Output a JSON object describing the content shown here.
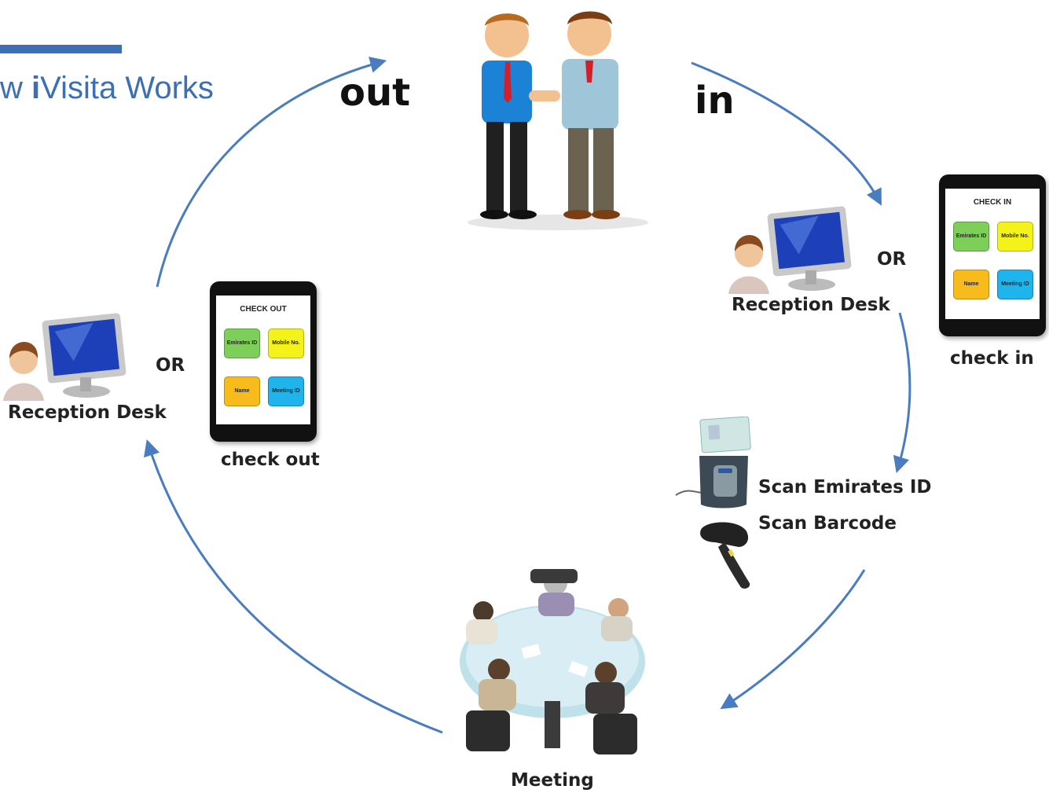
{
  "title": {
    "prefix": "w ",
    "i": "i",
    "rest": "Visita Works"
  },
  "flow": {
    "out": "out",
    "in": "in"
  },
  "checkin": {
    "station_label": "Reception Desk",
    "or": "OR",
    "tablet_header": "CHECK IN",
    "tiles": [
      "Emirates ID",
      "Mobile No.",
      "Name",
      "Meeting ID"
    ],
    "tablet_label": "check in"
  },
  "checkout": {
    "station_label": "Reception Desk",
    "or": "OR",
    "tablet_header": "CHECK OUT",
    "tiles": [
      "Emirates ID",
      "Mobile No.",
      "Name",
      "Meeting ID"
    ],
    "tablet_label": "check out"
  },
  "scan": {
    "emirates": "Scan Emirates ID",
    "barcode": "Scan Barcode"
  },
  "meeting": "Meeting",
  "colors": {
    "arrow": "#4a7cc0",
    "title": "#3c6fb4"
  },
  "icons": [
    "visitors-icon",
    "reception-computer-icon",
    "tablet-icon",
    "id-card-reader-icon",
    "barcode-scanner-icon",
    "meeting-table-icon"
  ]
}
